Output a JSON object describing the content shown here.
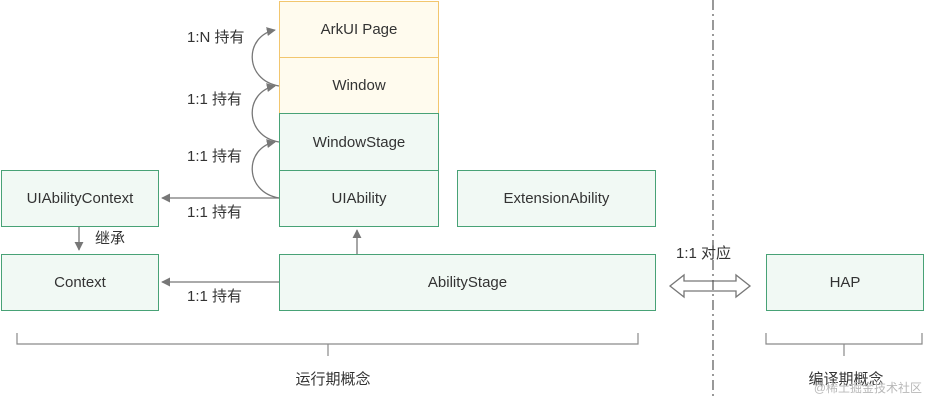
{
  "colors": {
    "yellow_fill": "#fffbee",
    "yellow_border": "#f2c66e",
    "green_fill": "#f1f9f4",
    "green_border": "#48a276",
    "text": "#333333",
    "connector": "#777777"
  },
  "nodes": {
    "arkui_page": "ArkUI Page",
    "window": "Window",
    "window_stage": "WindowStage",
    "ui_ability": "UIAbility",
    "extension_ability": "ExtensionAbility",
    "ui_ability_context": "UIAbilityContext",
    "context": "Context",
    "ability_stage": "AbilityStage",
    "hap": "HAP"
  },
  "edge_labels": {
    "window_arkui_page": "1:N 持有",
    "window_stage_window": "1:1 持有",
    "ui_ability_window_stage": "1:1 持有",
    "ui_ability_context": "1:1 持有",
    "inherit": "继承",
    "ability_stage_context": "1:1 持有",
    "ability_stage_hap": "1:1 对应"
  },
  "groups": {
    "runtime": "运行期概念",
    "compile_time": "编译期概念"
  },
  "watermark": "@稀土掘金技术社区"
}
